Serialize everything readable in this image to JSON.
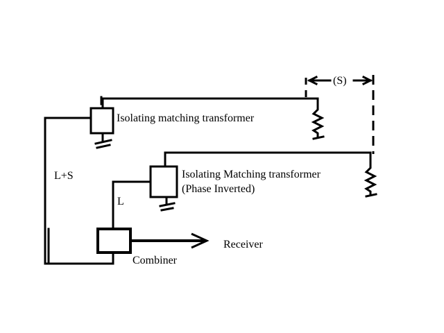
{
  "labels": {
    "transformer_1": "Isolating matching transformer",
    "transformer_2_line1": "Isolating Matching transformer",
    "transformer_2_line2": "(Phase Inverted)",
    "sum_line": "L+S",
    "l_line": "L",
    "combiner": "Combiner",
    "receiver": "Receiver",
    "spacing": "(S)"
  }
}
